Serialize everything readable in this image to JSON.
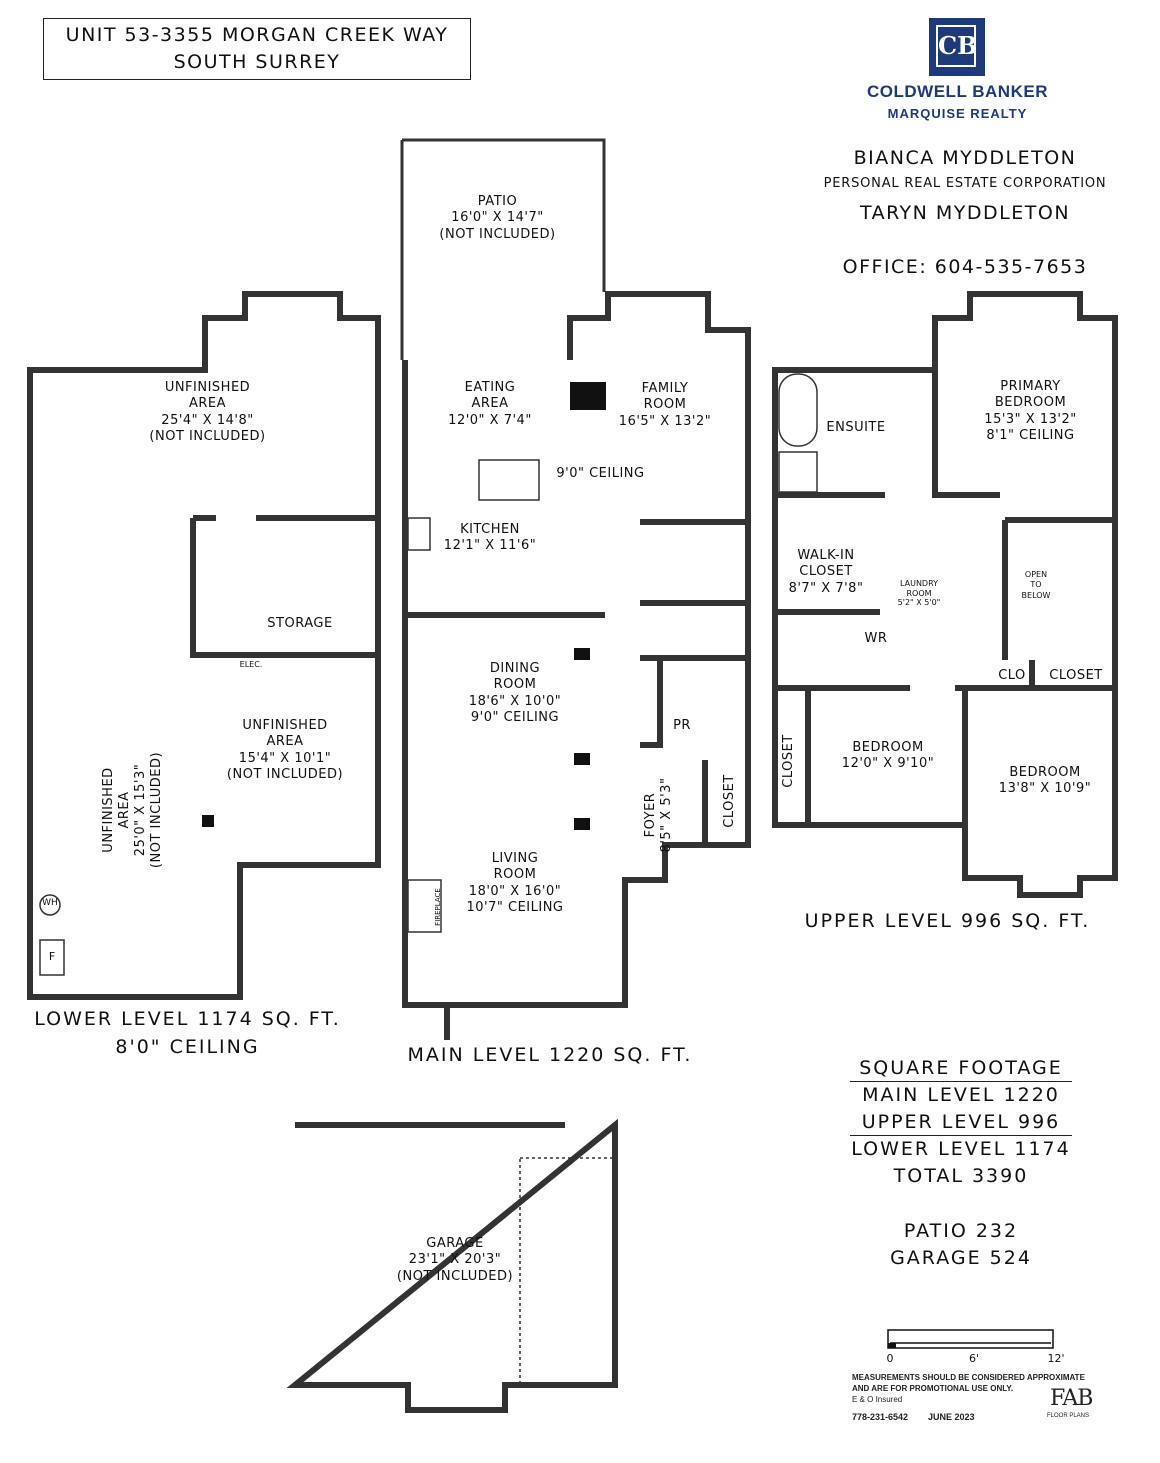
{
  "header": {
    "address_line1": "UNIT 53-3355 MORGAN CREEK WAY",
    "address_line2": "SOUTH SURREY"
  },
  "brand": {
    "logo_letters": "CB",
    "name_line1": "COLDWELL BANKER",
    "name_line2": "MARQUISE REALTY",
    "color": "#1f3a7a"
  },
  "agents": {
    "agent1": "BIANCA MYDDLETON",
    "agent1_title": "PERSONAL REAL ESTATE CORPORATION",
    "agent2": "TARYN MYDDLETON",
    "office": "OFFICE: 604-535-7653"
  },
  "lower_level": {
    "title": "LOWER LEVEL 1174 SQ. FT.",
    "ceiling": "8'0\" CEILING",
    "rooms": {
      "unfinished_top": [
        "UNFINISHED",
        "AREA",
        "25'4\" X 14'8\"",
        "(NOT INCLUDED)"
      ],
      "unfinished_mid": [
        "UNFINISHED",
        "AREA",
        "15'4\" X 10'1\"",
        "(NOT INCLUDED)"
      ],
      "unfinished_side": [
        "UNFINISHED",
        "AREA",
        "25'0\" X 15'3\"",
        "(NOT INCLUDED)"
      ],
      "storage": "STORAGE",
      "elec": "ELEC.",
      "wh": "WH",
      "furnace": "F"
    }
  },
  "main_level": {
    "title": "MAIN LEVEL 1220 SQ. FT.",
    "rooms": {
      "patio": [
        "PATIO",
        "16'0\" X 14'7\"",
        "(NOT INCLUDED)"
      ],
      "eating": [
        "EATING",
        "AREA",
        "12'0\" X 7'4\""
      ],
      "family": [
        "FAMILY",
        "ROOM",
        "16'5\" X 13'2\""
      ],
      "ceiling_note": "9'0\" CEILING",
      "kitchen": [
        "KITCHEN",
        "12'1\" X 11'6\""
      ],
      "dining": [
        "DINING",
        "ROOM",
        "18'6\" X 10'0\"",
        "9'0\" CEILING"
      ],
      "living": [
        "LIVING",
        "ROOM",
        "18'0\" X 16'0\"",
        "10'7\" CEILING"
      ],
      "pr": "PR",
      "foyer": [
        "FOYER",
        "8'5\" X 5'3\""
      ],
      "closet": "CLOSET",
      "fireplace": "FIREPLACE"
    }
  },
  "upper_level": {
    "title": "UPPER LEVEL 996 SQ. FT.",
    "rooms": {
      "ensuite": "ENSUITE",
      "primary": [
        "PRIMARY",
        "BEDROOM",
        "15'3\" X 13'2\"",
        "8'1\" CEILING"
      ],
      "walkin": [
        "WALK-IN",
        "CLOSET",
        "8'7\" X 7'8\""
      ],
      "laundry": [
        "LAUNDRY",
        "ROOM",
        "5'2\" X 5'0\""
      ],
      "open": [
        "OPEN",
        "TO",
        "BELOW"
      ],
      "wr": "WR",
      "clo": "CLO",
      "closet": "CLOSET",
      "closet_side": "CLOSET",
      "bedroom1": [
        "BEDROOM",
        "12'0\" X 9'10\""
      ],
      "bedroom2": [
        "BEDROOM",
        "13'8\" X 10'9\""
      ]
    }
  },
  "garage": {
    "label": [
      "GARAGE",
      "23'1\" X 20'3\"",
      "(NOT INCLUDED)"
    ]
  },
  "square_footage": {
    "heading": "SQUARE FOOTAGE",
    "main": "MAIN LEVEL 1220",
    "upper": "UPPER LEVEL 996",
    "lower": "LOWER LEVEL 1174",
    "total": "TOTAL 3390",
    "patio": "PATIO 232",
    "garage": "GARAGE 524"
  },
  "scale": {
    "labels": [
      "0",
      "6'",
      "12'"
    ]
  },
  "footer": {
    "disclaimer1": "MEASUREMENTS SHOULD BE CONSIDERED APPROXIMATE",
    "disclaimer2": "AND ARE FOR PROMOTIONAL USE ONLY.",
    "disclaimer3": "E & O Insured",
    "phone": "778-231-6542",
    "date": "JUNE 2023",
    "fab_logo": "FAB",
    "fab_sub": "FLOOR PLANS"
  }
}
